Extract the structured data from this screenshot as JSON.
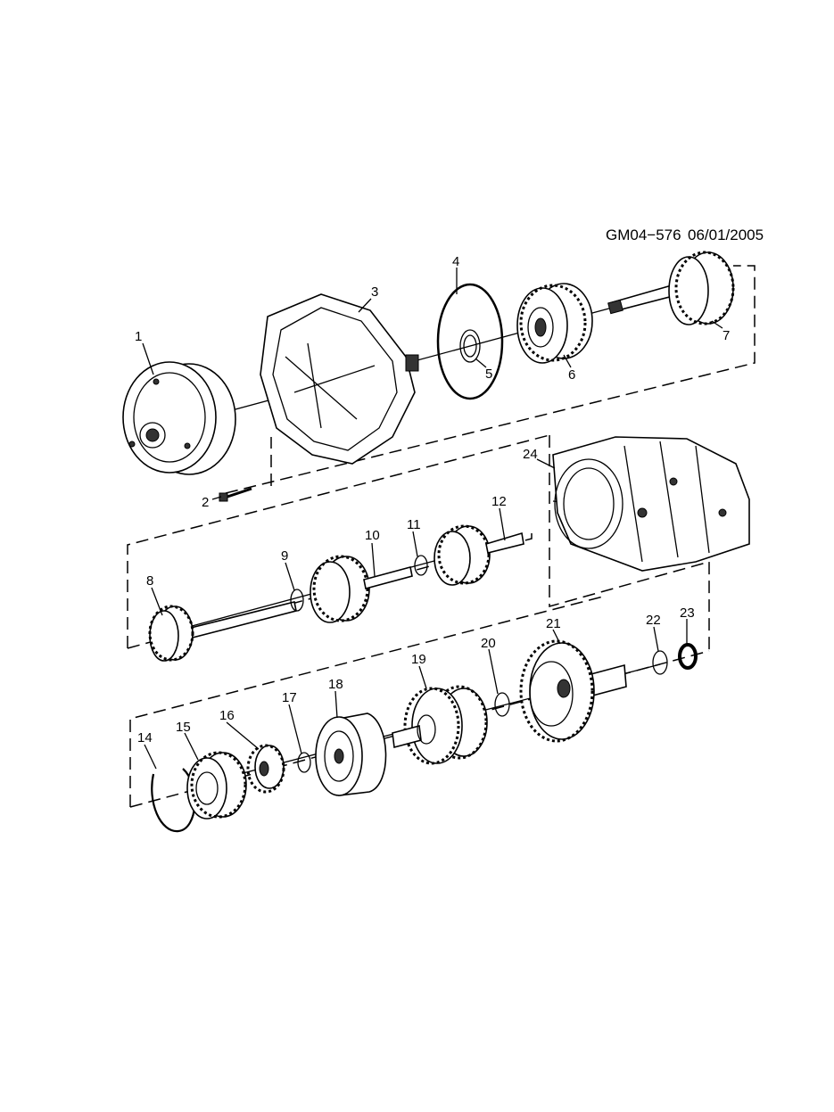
{
  "header": {
    "code": "GM04−576",
    "date": "06/01/2005"
  },
  "callouts": [
    "1",
    "2",
    "3",
    "4",
    "5",
    "6",
    "7",
    "8",
    "9",
    "10",
    "11",
    "12",
    "14",
    "15",
    "16",
    "17",
    "18",
    "19",
    "20",
    "21",
    "22",
    "23",
    "24"
  ],
  "parts": [
    {
      "id": "1",
      "icon": "torque-converter-icon"
    },
    {
      "id": "2",
      "icon": "bolt-icon"
    },
    {
      "id": "3",
      "icon": "converter-housing-icon"
    },
    {
      "id": "4",
      "icon": "gasket-ring-icon"
    },
    {
      "id": "5",
      "icon": "seal-icon"
    },
    {
      "id": "6",
      "icon": "clutch-drum-icon"
    },
    {
      "id": "7",
      "icon": "input-shaft-icon"
    },
    {
      "id": "8",
      "icon": "shaft-gear-icon"
    },
    {
      "id": "9",
      "icon": "washer-icon"
    },
    {
      "id": "10",
      "icon": "clutch-shaft-icon"
    },
    {
      "id": "11",
      "icon": "washer-icon"
    },
    {
      "id": "12",
      "icon": "gear-shaft-icon"
    },
    {
      "id": "14",
      "icon": "snap-ring-icon"
    },
    {
      "id": "15",
      "icon": "planetary-carrier-icon"
    },
    {
      "id": "16",
      "icon": "sun-gear-icon"
    },
    {
      "id": "17",
      "icon": "washer-icon"
    },
    {
      "id": "18",
      "icon": "clutch-housing-icon"
    },
    {
      "id": "19",
      "icon": "planetary-gearset-icon"
    },
    {
      "id": "20",
      "icon": "washer-icon"
    },
    {
      "id": "21",
      "icon": "output-ring-gear-icon"
    },
    {
      "id": "22",
      "icon": "washer-icon"
    },
    {
      "id": "23",
      "icon": "seal-icon"
    },
    {
      "id": "24",
      "icon": "transmission-case-icon"
    }
  ]
}
